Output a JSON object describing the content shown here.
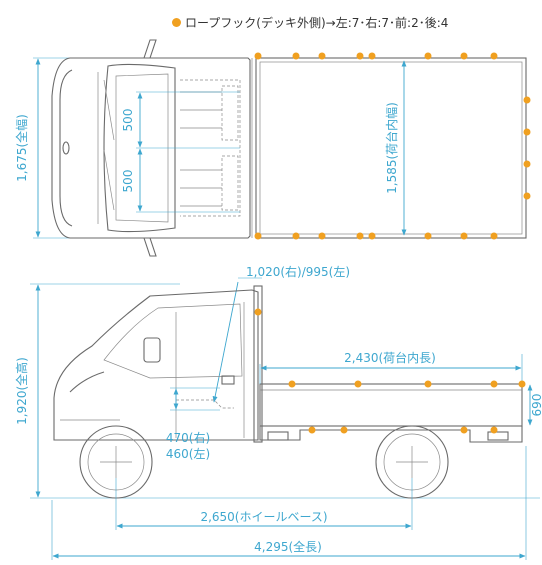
{
  "colors": {
    "dimension": "#3ea7cf",
    "hook": "#f0a020",
    "line": "#6a6a6a"
  },
  "legend": {
    "text": "ロープフック(デッキ外側)→左:7･右:7･前:2･後:4",
    "icon": "orange-dot-icon"
  },
  "top_view": {
    "overall_width": "1,675(全幅)",
    "bed_inner_width": "1,585(荷台内幅)",
    "seat_upper": "500",
    "seat_lower": "500"
  },
  "side_view": {
    "cabin_width": "1,020(右)/995(左)",
    "bed_inner_length": "2,430(荷台内長)",
    "overall_height": "1,920(全高)",
    "seat_right": "470(右)",
    "seat_left": "460(左)",
    "wheelbase": "2,650(ホイールベース)",
    "overall_length": "4,295(全長)",
    "bed_height_partial": "690"
  }
}
